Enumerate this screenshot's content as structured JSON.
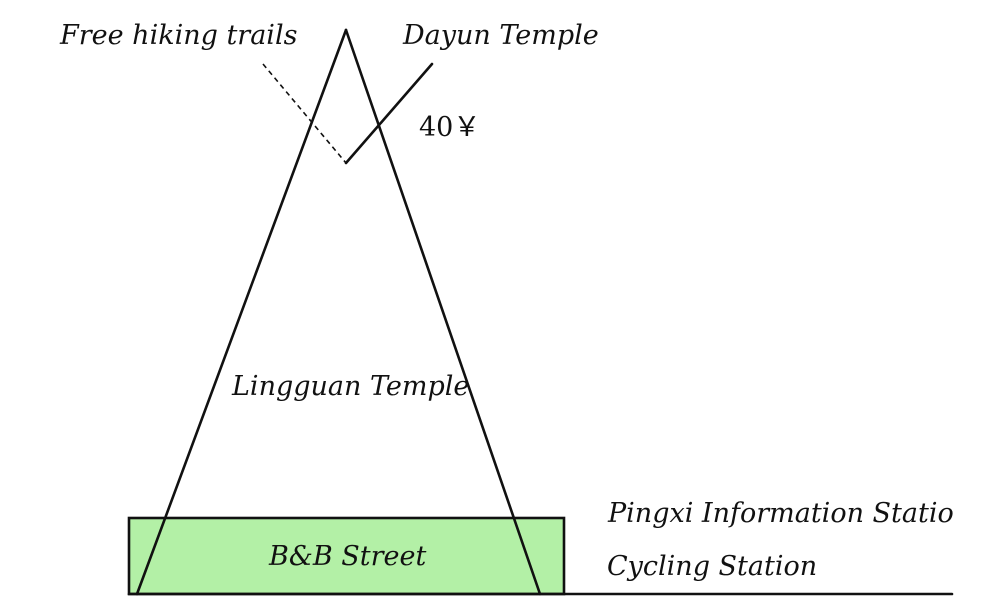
{
  "colors": {
    "ink": "#111111",
    "street_fill": "#b3f0a6",
    "background": "#ffffff"
  },
  "labels": {
    "free_hiking_trails": "Free hiking trails",
    "dayun_temple": "Dayun Temple",
    "dayun_price": "40￥",
    "lingguan_temple": "Lingguan Temple",
    "bnb_street": "B&B Street",
    "pingxi_information_station": "Pingxi Information Statio",
    "cycling_station": "Cycling Station"
  }
}
